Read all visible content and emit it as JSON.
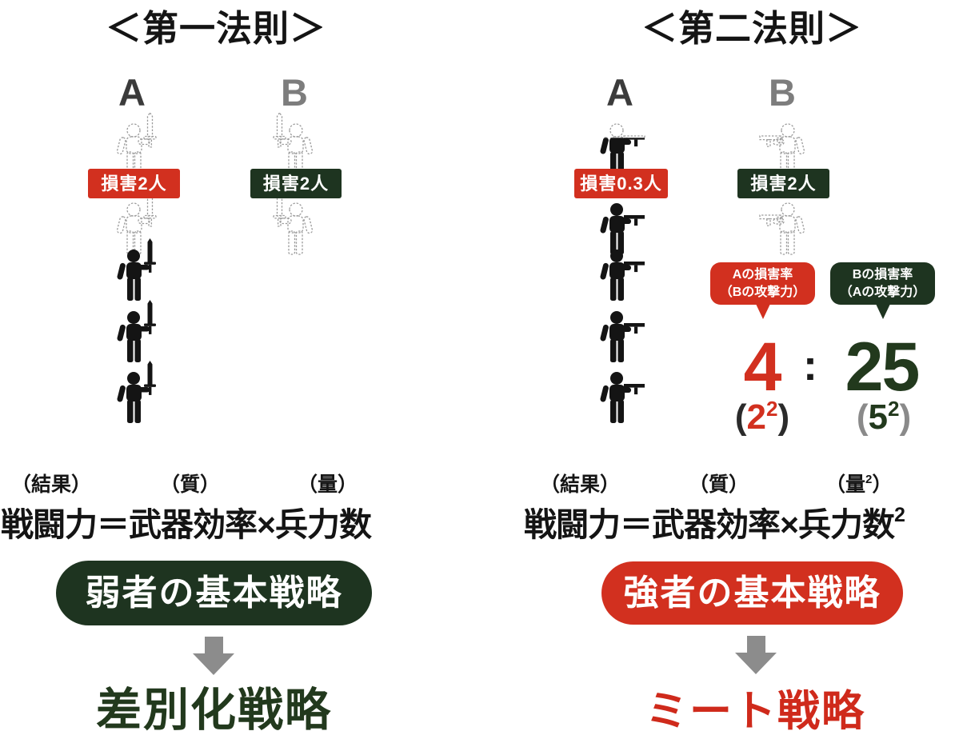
{
  "left": {
    "title": "＜第一法則＞",
    "side_a": {
      "label": "A",
      "badge": "損害2人"
    },
    "side_b": {
      "label": "B",
      "badge": "損害2人"
    },
    "figures_a": [
      "ghost",
      "ghost",
      "solid",
      "solid",
      "solid"
    ],
    "figures_b": [
      "ghost",
      "ghost"
    ],
    "weapon": "sword",
    "annotations": {
      "result": "（結果）",
      "quality": "（質）",
      "quantity": "（量）"
    },
    "formula": "戦闘力＝武器効率×兵力数",
    "pill": "弱者の基本戦略",
    "strategy": "差別化戦略"
  },
  "right": {
    "title": "＜第二法則＞",
    "side_a": {
      "label": "A",
      "badge": "損害0.3人"
    },
    "side_b": {
      "label": "B",
      "badge": "損害2人"
    },
    "figures_a": [
      "partial",
      "solid",
      "solid",
      "solid",
      "solid"
    ],
    "figures_b": [
      "ghost",
      "ghost"
    ],
    "weapon": "gun",
    "annotations": {
      "result": "（結果）",
      "quality": "（質）",
      "quantity_base": "（量",
      "quantity_sup": "2",
      "quantity_close": "）"
    },
    "formula_base": "戦闘力＝武器効率×兵力数",
    "formula_sup": "2",
    "bubbles": {
      "a": {
        "line1": "Aの損害率",
        "line2": "（Bの攻撃力）"
      },
      "b": {
        "line1": "Bの損害率",
        "line2": "（Aの攻撃力）"
      }
    },
    "ratio": {
      "a_value": "4",
      "separator": ":",
      "b_value": "25",
      "a_open": "(",
      "a_base": "2",
      "a_exp": "2",
      "a_close": ")",
      "b_open": "(",
      "b_base": "5",
      "b_exp": "2",
      "b_close": ")"
    },
    "pill": "強者の基本戦略",
    "strategy": "ミート戦略"
  },
  "colors": {
    "red": "#d2301f",
    "dark_green": "#1e3420",
    "green_text": "#22391d",
    "red_text": "#cf2a1b",
    "arrow_gray": "#8c8c8c",
    "ghost_gray": "#9b9b9b",
    "label_a": "#3b3b3b",
    "label_b": "#7d7d7d",
    "black": "#141414"
  },
  "icons": {
    "soldier_sword": "person-with-sword-icon",
    "soldier_gun": "person-with-gun-icon",
    "down_arrow": "down-arrow-icon",
    "speech_bubble": "speech-bubble"
  }
}
